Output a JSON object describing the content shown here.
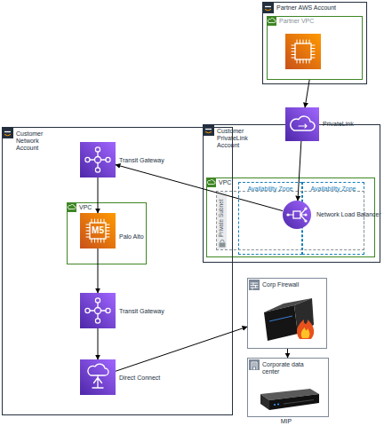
{
  "diagram": {
    "nodes": [
      {
        "text": [
          "Partner AWS Account"
        ]
      },
      {
        "text": [
          "Partner VPC"
        ],
        "in": 0
      },
      {
        "text": [
          "PrivateLink"
        ]
      },
      {
        "text": [
          "Customer PrivateLink Account"
        ]
      },
      {
        "text": [
          "VPC"
        ],
        "in": 3
      },
      {
        "text": [
          "Availability Zone"
        ],
        "in": 4
      },
      {
        "text": [
          "Availability Zone"
        ],
        "in": 4
      },
      {
        "text": [
          "Private Subnet"
        ],
        "in": 4
      },
      {
        "text": [
          "Network Load Balancer"
        ],
        "in": 7
      },
      {
        "text": [
          "Customer Network Account"
        ]
      },
      {
        "text": [
          "Transit Gateway"
        ],
        "in": 9
      },
      {
        "text": [
          "VPC"
        ],
        "in": 9
      },
      {
        "text": [
          "M5",
          "Palo Alto"
        ],
        "in": 11
      },
      {
        "text": [
          "Transit Gateway"
        ],
        "in": 9
      },
      {
        "text": [
          "Direct Connect"
        ],
        "in": 9
      },
      {
        "text": [
          "Corp Firewall"
        ]
      },
      {
        "text": [
          "Corporate data center"
        ]
      }
    ],
    "edges": [
      {
        "from": 1,
        "to": 2,
        "arrow": "to"
      },
      {
        "from": 2,
        "to": 8,
        "arrow": "to"
      },
      {
        "from": 8,
        "to": 10,
        "arrow": "to"
      },
      {
        "from": 10,
        "to": 12,
        "arrow": "to"
      },
      {
        "from": 12,
        "to": 13,
        "arrow": "to"
      },
      {
        "from": 13,
        "to": 14,
        "arrow": "to"
      },
      {
        "from": 14,
        "to": 15,
        "arrow": "to"
      },
      {
        "from": 15,
        "to": 16,
        "arrow": "to"
      }
    ],
    "labels": [
      "MIP"
    ]
  }
}
